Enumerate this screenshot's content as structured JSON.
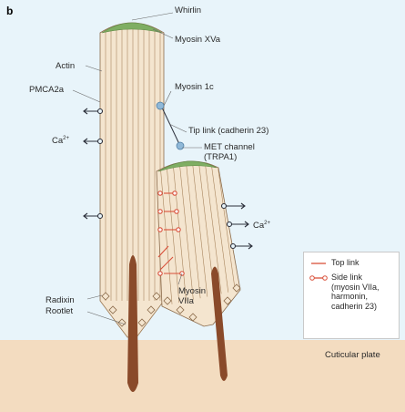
{
  "panel_label": "b",
  "labels": {
    "whirlin": "Whirlin",
    "myosin_xva": "Myosin XVa",
    "actin": "Actin",
    "pmca2a": "PMCA2a",
    "myosin_1c": "Myosin 1c",
    "ca_left": "Ca",
    "ca_left_sup": "2+",
    "tip_link": "Tip link (cadherin 23)",
    "met_channel_line1": "MET channel",
    "met_channel_line2": "(TRPA1)",
    "ca_right": "Ca",
    "ca_right_sup": "2+",
    "radixin": "Radixin",
    "rootlet": "Rootlet",
    "myosin_viia_line1": "Myosin",
    "myosin_viia_line2": "VIIa",
    "cuticular_plate": "Cuticular plate"
  },
  "legend": {
    "top_link": "Top link",
    "side_link_line1": "Side link",
    "side_link_line2": "(myosin VIIa,",
    "side_link_line3": "harmonin,",
    "side_link_line4": "cadherin 23)"
  },
  "colors": {
    "background": "#e8f4fa",
    "cuticular_plate": "#f3dcc0",
    "stereocilium_fill": "#f4e5cf",
    "stereocilium_stroke": "#8a6a4a",
    "cap": "#7fae63",
    "rootlet": "#8a4a2a",
    "link_red": "#d9503a",
    "protein_blue": "#8fb8d8",
    "dark": "#2b2f3a"
  }
}
